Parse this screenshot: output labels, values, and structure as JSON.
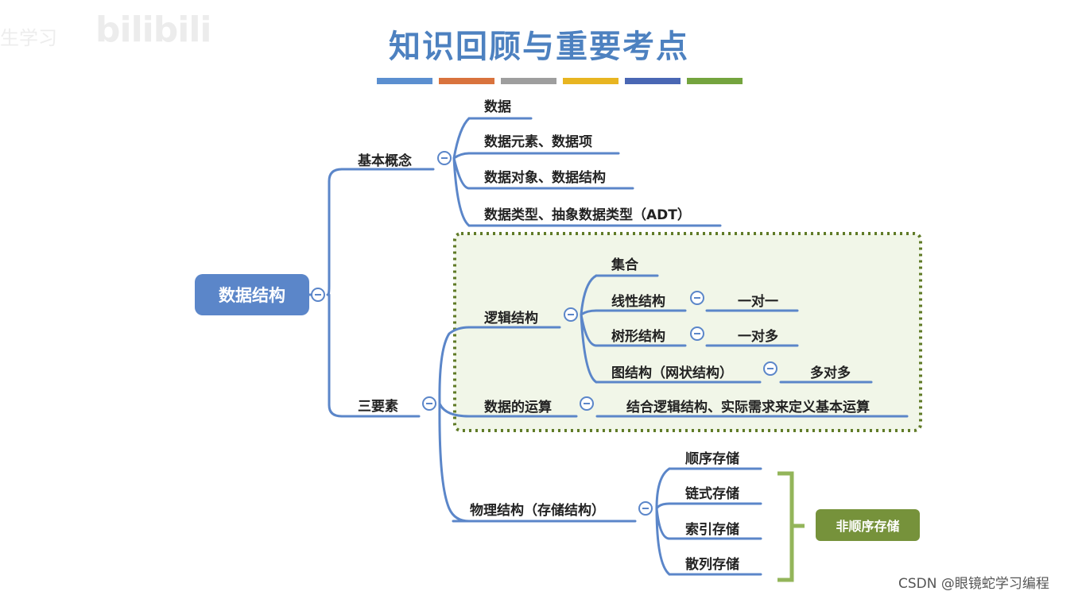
{
  "title": "知识回顾与重要考点",
  "watermark": {
    "logo": "bilibili",
    "text": "生学习"
  },
  "credit": "CSDN @眼镜蛇学习编程",
  "colors": {
    "root": "#5b86c9",
    "line": "#5b86c9",
    "dotted_box_fill": "#f1f6e8",
    "dotted_box_border": "#5f7a26",
    "nonseq_box": "#76923b",
    "bracket": "#93b55a",
    "title": "#4d81c0",
    "palette": [
      "#5b8fd0",
      "#d9733d",
      "#9e9e9e",
      "#e8b521",
      "#4a67b4",
      "#74a43e"
    ]
  },
  "root": {
    "label": "数据结构"
  },
  "basic": {
    "label": "基本概念",
    "items": [
      "数据",
      "数据元素、数据项",
      "数据对象、数据结构",
      "数据类型、抽象数据类型（ADT）"
    ]
  },
  "three": {
    "label": "三要素",
    "logical": {
      "label": "逻辑结构",
      "items": [
        {
          "label": "集合",
          "rel": ""
        },
        {
          "label": "线性结构",
          "rel": "一对一"
        },
        {
          "label": "树形结构",
          "rel": "一对多"
        },
        {
          "label": "图结构（网状结构）",
          "rel": "多对多"
        }
      ]
    },
    "ops": {
      "label": "数据的运算",
      "desc": "结合逻辑结构、实际需求来定义基本运算"
    },
    "physical": {
      "label": "物理结构（存储结构）",
      "items": [
        "顺序存储",
        "链式存储",
        "索引存储",
        "散列存储"
      ],
      "group_label": "非顺序存储"
    }
  }
}
